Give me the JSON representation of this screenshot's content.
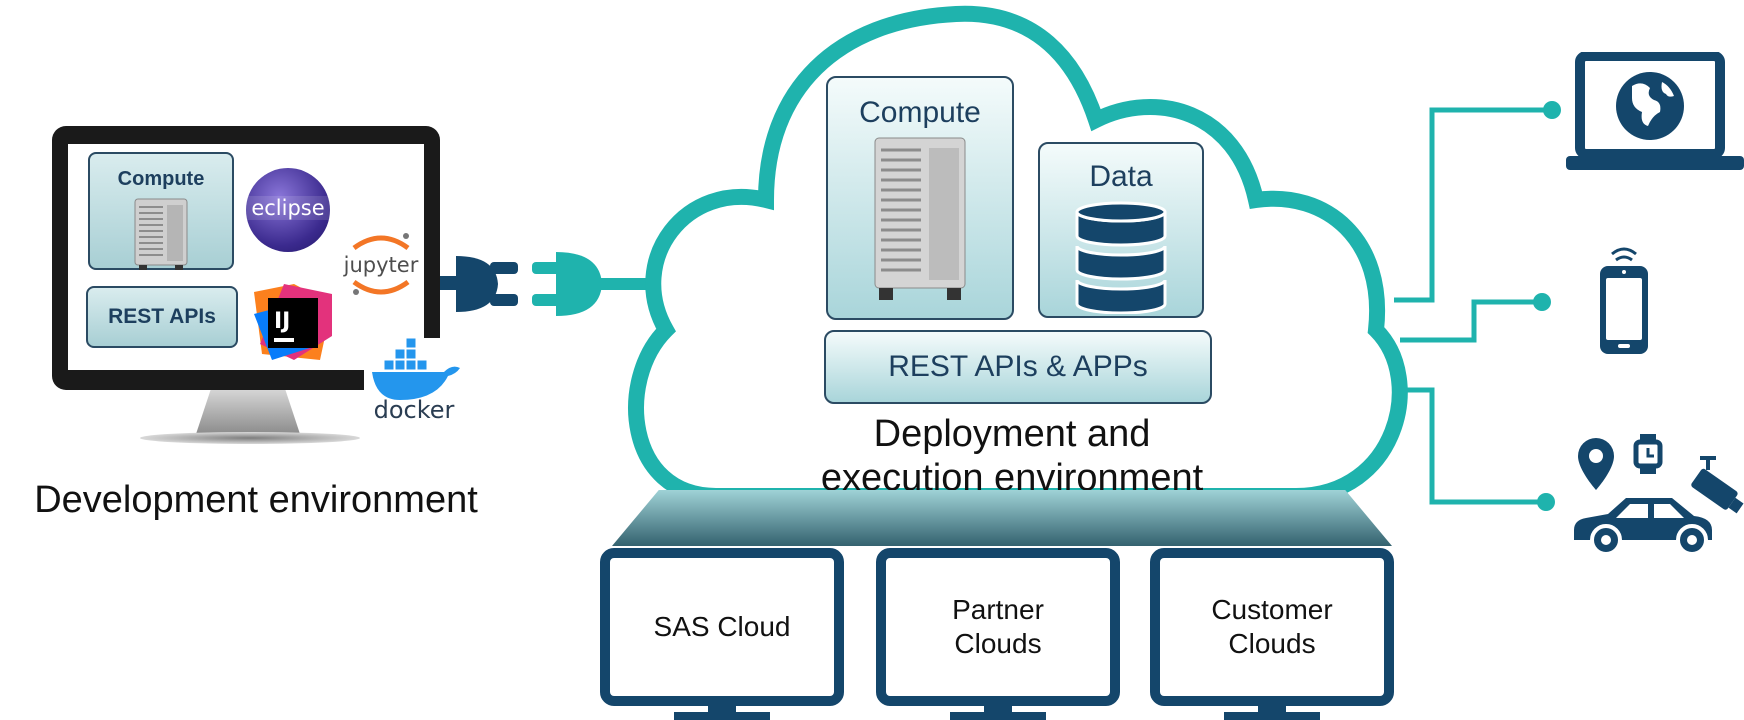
{
  "development": {
    "compute_label": "Compute",
    "rest_label": "REST APIs",
    "caption": "Development environment",
    "logos": {
      "eclipse": "eclipse",
      "jupyter": "jupyter",
      "intellij": "IJ",
      "docker": "docker"
    }
  },
  "deployment": {
    "compute_label": "Compute",
    "data_label": "Data",
    "rest_label": "REST APIs & APPs",
    "caption_line1": "Deployment  and",
    "caption_line2": "execution environment"
  },
  "clouds": [
    {
      "label_line1": "SAS Cloud",
      "label_line2": ""
    },
    {
      "label_line1": "Partner",
      "label_line2": "Clouds"
    },
    {
      "label_line1": "Customer",
      "label_line2": "Clouds"
    }
  ],
  "colors": {
    "teal": "#1fb3ad",
    "navy": "#14466b",
    "dark_blue": "#1d3f5e"
  },
  "endpoints": [
    "globe-laptop-icon",
    "smartphone-icon",
    "iot-devices-icon"
  ]
}
